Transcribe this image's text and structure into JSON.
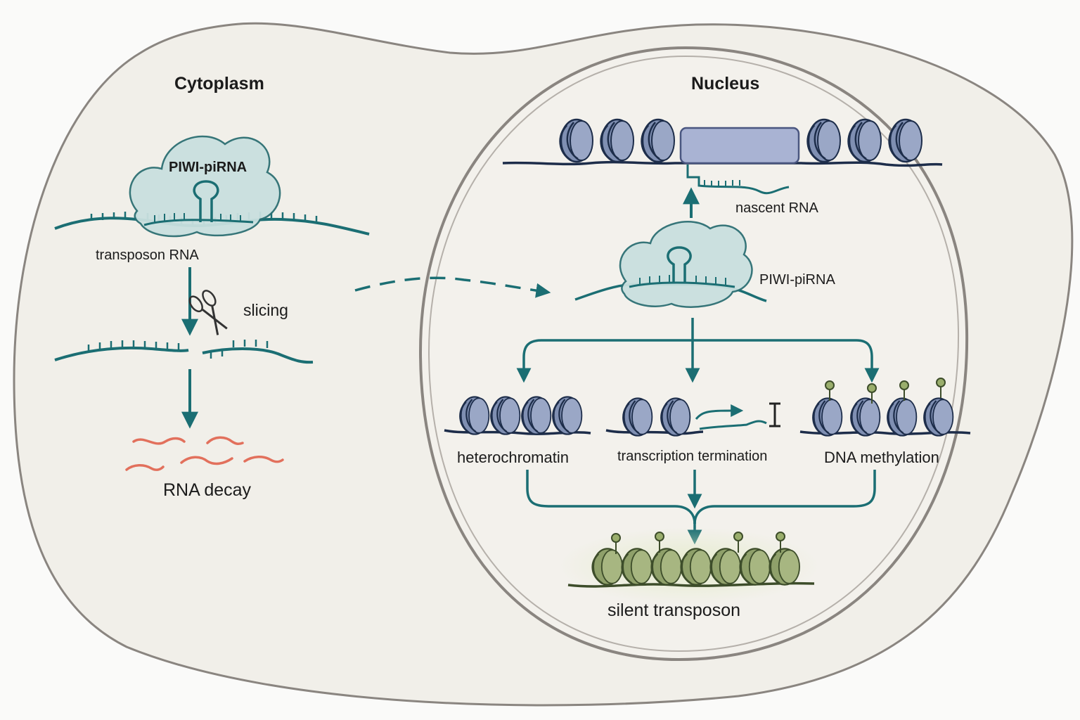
{
  "regions": {
    "cytoplasm": "Cytoplasm",
    "nucleus": "Nucleus"
  },
  "cytoplasm": {
    "complex_label": "PIWI-piRNA",
    "target_label": "transposon RNA",
    "slicing_label": "slicing",
    "decay_label": "RNA decay"
  },
  "nucleus": {
    "nascent_label": "nascent RNA",
    "complex_label": "PIWI-piRNA",
    "outcomes": {
      "heterochromatin": "heterochromatin",
      "termination": "transcription termination",
      "methylation": "DNA methylation"
    },
    "final_label": "silent transposon"
  },
  "colors": {
    "teal": "#1b6e73",
    "complex_fill": "#c9e0df",
    "nucleosome": "#7f8fb2",
    "dna": "#1d2d4a",
    "decay": "#e2705c",
    "silent": "#8fa06a",
    "methyl": "#9aae6c"
  }
}
